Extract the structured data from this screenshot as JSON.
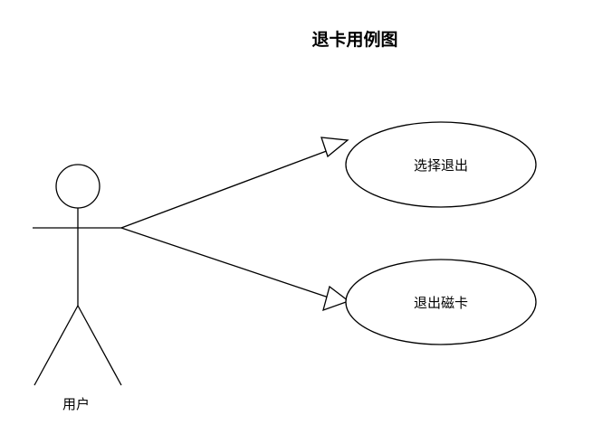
{
  "diagram": {
    "title": "退卡用例图",
    "actor": {
      "label": "用户"
    },
    "use_cases": [
      {
        "label": "选择退出"
      },
      {
        "label": "退出磁卡"
      }
    ]
  }
}
